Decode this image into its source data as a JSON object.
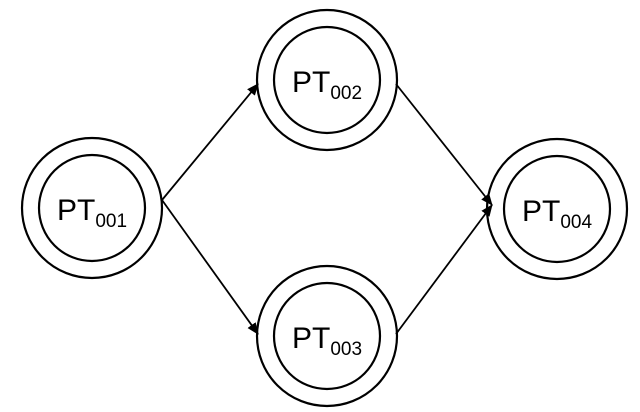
{
  "diagram": {
    "nodes": [
      {
        "id": "n1",
        "prefix": "PT",
        "subscript": "001"
      },
      {
        "id": "n2",
        "prefix": "PT",
        "subscript": "002"
      },
      {
        "id": "n3",
        "prefix": "PT",
        "subscript": "003"
      },
      {
        "id": "n4",
        "prefix": "PT",
        "subscript": "004"
      }
    ],
    "edges": [
      {
        "from": "n1",
        "to": "n2"
      },
      {
        "from": "n1",
        "to": "n3"
      },
      {
        "from": "n2",
        "to": "n4"
      },
      {
        "from": "n3",
        "to": "n4"
      }
    ],
    "colors": {
      "stroke": "#000000",
      "background": "#ffffff"
    }
  }
}
